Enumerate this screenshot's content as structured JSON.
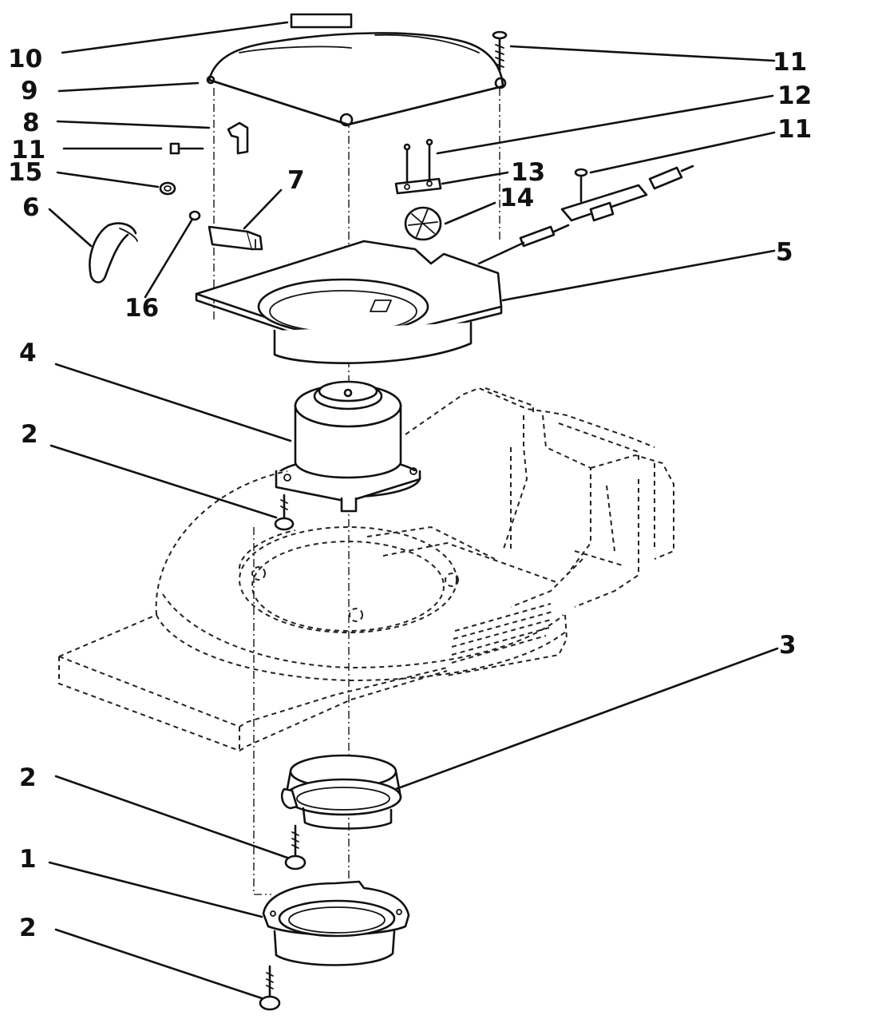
{
  "callouts": [
    {
      "id": "c10a",
      "label": "10"
    },
    {
      "id": "c9",
      "label": "9"
    },
    {
      "id": "c8",
      "label": "8"
    },
    {
      "id": "c11a",
      "label": "11"
    },
    {
      "id": "c15",
      "label": "15"
    },
    {
      "id": "c6",
      "label": "6"
    },
    {
      "id": "c7",
      "label": "7"
    },
    {
      "id": "c16",
      "label": "16"
    },
    {
      "id": "c4",
      "label": "4"
    },
    {
      "id": "c2a",
      "label": "2"
    },
    {
      "id": "c11b",
      "label": "11"
    },
    {
      "id": "c12",
      "label": "12"
    },
    {
      "id": "c11c",
      "label": "11"
    },
    {
      "id": "c13",
      "label": "13"
    },
    {
      "id": "c14",
      "label": "14"
    },
    {
      "id": "c5",
      "label": "5"
    },
    {
      "id": "c3",
      "label": "3"
    },
    {
      "id": "c2b",
      "label": "2"
    },
    {
      "id": "c1",
      "label": "1"
    },
    {
      "id": "c2c",
      "label": "2"
    }
  ]
}
